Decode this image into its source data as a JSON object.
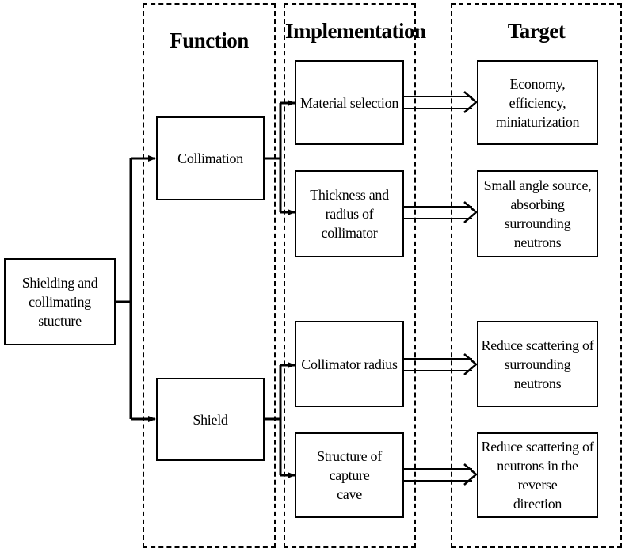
{
  "columns": {
    "function": "Function",
    "implementation": "Implementation",
    "target": "Target"
  },
  "root": "Shielding and\ncollimating stucture",
  "functions": {
    "collimation": "Collimation",
    "shield": "Shield"
  },
  "implementations": {
    "material": "Material selection",
    "thickness": "Thickness and\nradius of collimator",
    "radius": "Collimator radius",
    "cave": "Structure of capture\ncave"
  },
  "targets": {
    "economy": "Economy, efficiency,\nminiaturization",
    "small_angle": "Small angle source,\nabsorbing surrounding\nneutrons",
    "reduce_surrounding": "Reduce scattering of\nsurrounding neutrons",
    "reduce_reverse": "Reduce scattering of\nneutrons in the reverse\ndirection"
  }
}
